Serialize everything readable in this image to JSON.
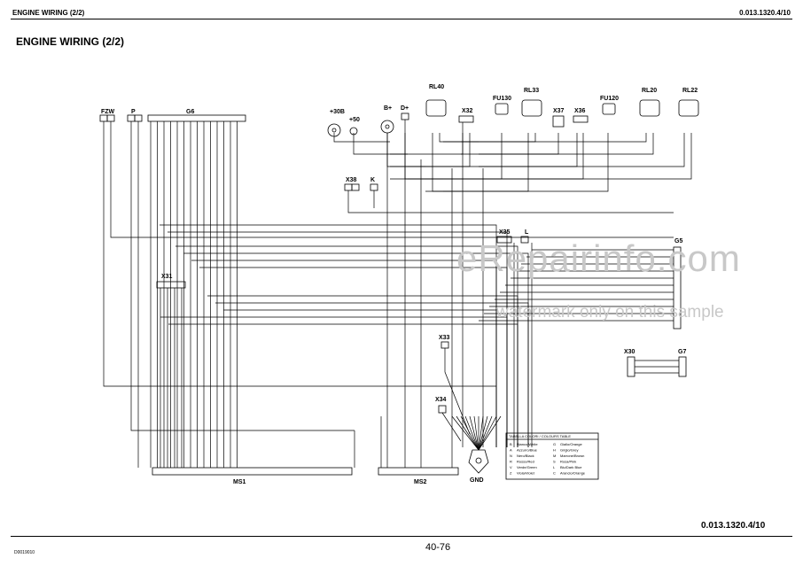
{
  "header": {
    "left": "ENGINE WIRING (2/2)",
    "right": "0.013.1320.4/10"
  },
  "title": "ENGINE WIRING (2/2)",
  "footer": {
    "code": "0.013.1320.4/10",
    "page": "40-76",
    "small_code": "D0019010"
  },
  "watermark": {
    "main": "eRepairinfo.com",
    "sub": "watermark only on this sample"
  },
  "labels": {
    "fzw": "FZW",
    "p": "P",
    "g6": "G6",
    "b30": "+30B",
    "p50": "+50",
    "bplus": "B+",
    "dplus": "D+",
    "rl40": "RL40",
    "x32": "X32",
    "fu130": "FU130",
    "rl33": "RL33",
    "x37": "X37",
    "x36": "X36",
    "fu120": "FU120",
    "rl20": "RL20",
    "rl22": "RL22",
    "x38": "X38",
    "k": "K",
    "x35": "X35",
    "l": "L",
    "g5": "G5",
    "x31": "X31",
    "x33": "X33",
    "x34": "X34",
    "x30": "X30",
    "g7": "G7",
    "ms1": "MS1",
    "ms2": "MS2",
    "gnd": "GND"
  },
  "color_table": {
    "title": "TABELLA COLORI / COLOURS TABLE",
    "rows": [
      [
        "B",
        "Bianco/White",
        "G",
        "Giallo/Orange"
      ],
      [
        "A",
        "Azzurro/Blue",
        "H",
        "Grigio/Grey"
      ],
      [
        "N",
        "Nero/Black",
        "M",
        "Marrone/Brown"
      ],
      [
        "R",
        "Rosso/Red",
        "S",
        "Rosa/Pink"
      ],
      [
        "V",
        "Verde/Green",
        "L",
        "Blu/Dark Blue"
      ],
      [
        "Z",
        "Viola/Violet",
        "C",
        "Arancio/Orange"
      ]
    ]
  },
  "colors": {
    "line": "#000000",
    "background": "#ffffff",
    "watermark": "#c8c8c8"
  }
}
